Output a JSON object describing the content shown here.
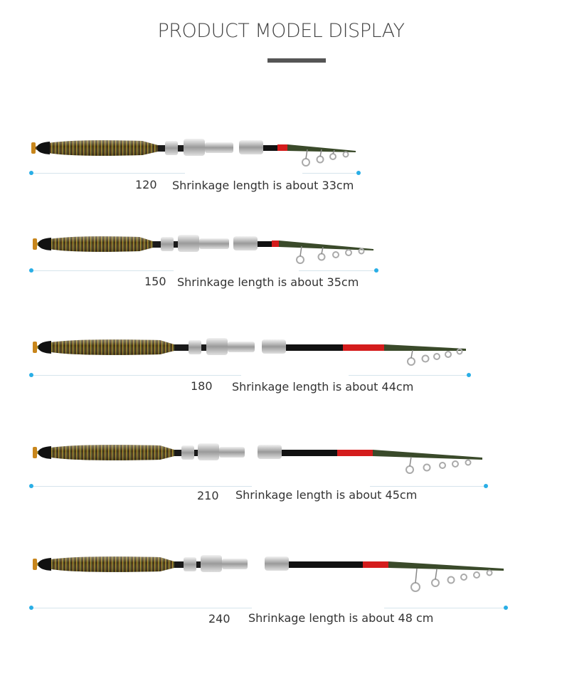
{
  "page": {
    "title": "PRODUCT MODEL DISPLAY"
  },
  "colors": {
    "accent_dot": "#29aee6",
    "title_bar": "#555555",
    "rod_red": "#d41c1c"
  },
  "models": [
    {
      "size": "120",
      "description": "Shrinkage length is about 33cm"
    },
    {
      "size": "150",
      "description": "Shrinkage length is about 35cm"
    },
    {
      "size": "180",
      "description": "Shrinkage length is about 44cm"
    },
    {
      "size": "210",
      "description": "Shrinkage length is about 45cm"
    },
    {
      "size": "240",
      "description": "Shrinkage length is about 48 cm"
    }
  ]
}
